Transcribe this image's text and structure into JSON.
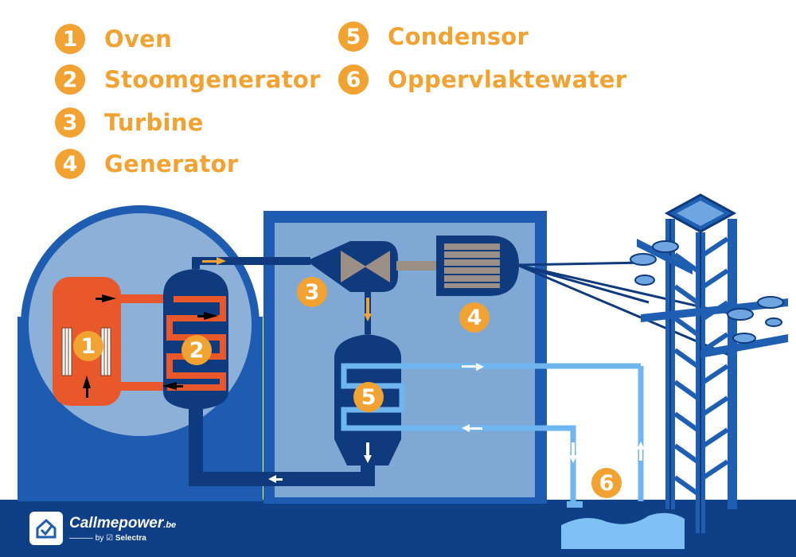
{
  "legend": [
    {
      "num": "1",
      "label": "Oven"
    },
    {
      "num": "2",
      "label": "Stoomgenerator"
    },
    {
      "num": "3",
      "label": "Turbine"
    },
    {
      "num": "4",
      "label": "Generator"
    },
    {
      "num": "5",
      "label": "Condensor"
    },
    {
      "num": "6",
      "label": "Oppervlaktewater"
    }
  ],
  "markers": {
    "m1": "1",
    "m2": "2",
    "m3": "3",
    "m4": "4",
    "m5": "5",
    "m6": "6"
  },
  "logo": {
    "brand": "Callmepower",
    "tld": ".be",
    "by": "by",
    "company": "Selectra"
  },
  "colors": {
    "accent": "#f2a230",
    "navy": "#0f3a7d",
    "mid_blue": "#1f5fb1",
    "pale_blue": "#c2d6ec",
    "steel_blue": "#7fa8d4",
    "light_water": "#6fb6f0",
    "hot_pipe": "#e8582a"
  }
}
